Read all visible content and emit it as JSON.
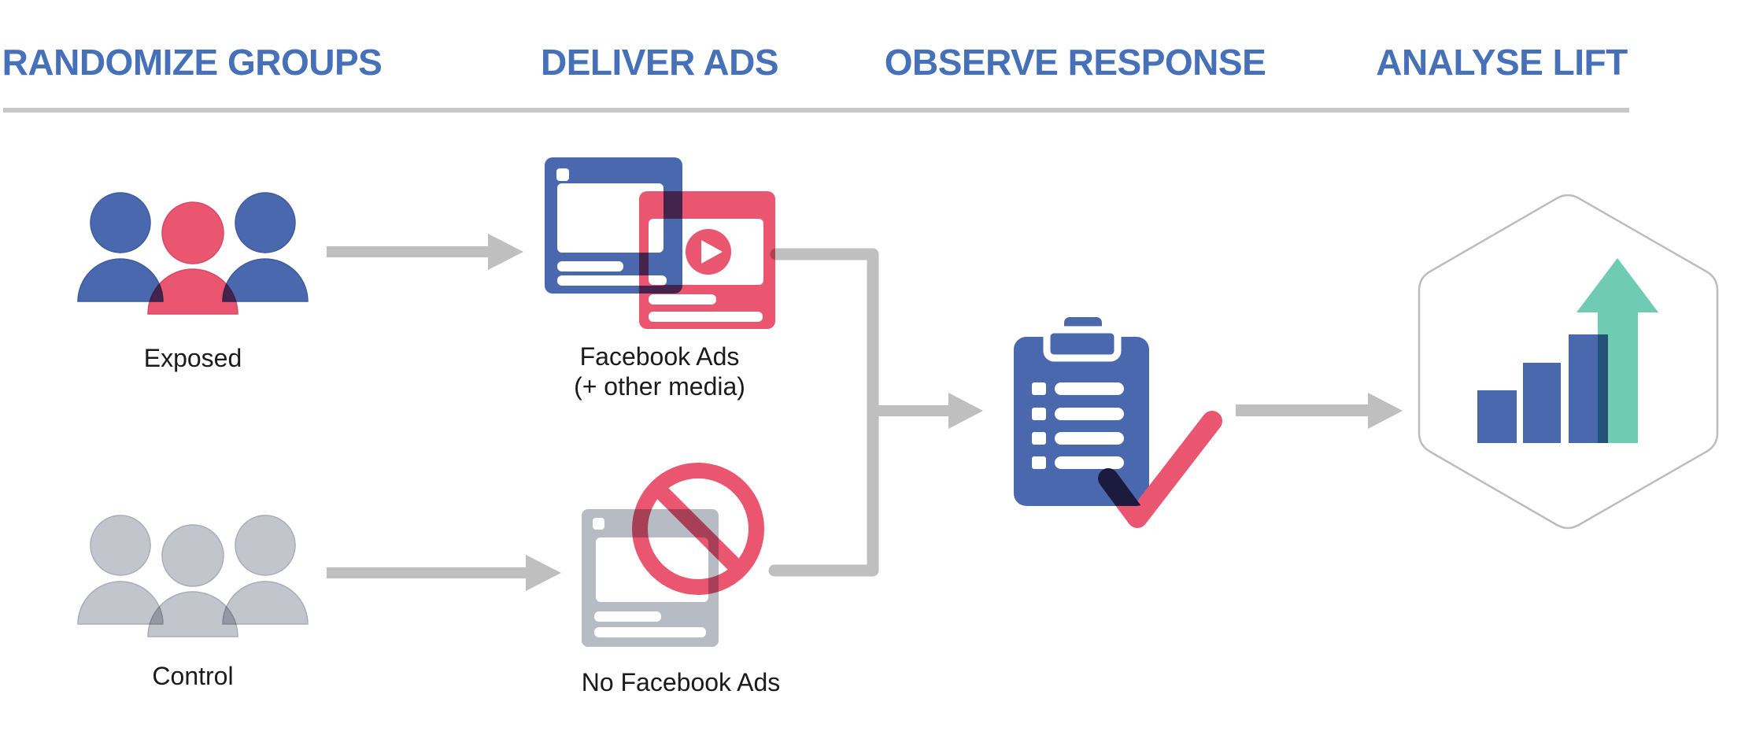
{
  "stages": [
    {
      "label": "RANDOMIZE GROUPS"
    },
    {
      "label": "DELIVER ADS"
    },
    {
      "label": "OBSERVE RESPONSE"
    },
    {
      "label": "ANALYSE LIFT"
    }
  ],
  "nodes": {
    "exposed": {
      "label": "Exposed"
    },
    "facebook_ads": {
      "label_line1": "Facebook Ads",
      "label_line2": "(+ other media)"
    },
    "control": {
      "label": "Control"
    },
    "no_facebook_ads": {
      "label": "No Facebook Ads"
    }
  },
  "icons": {
    "exposed": "people-group-icon",
    "facebook_ads": "ad-windows-video-icon",
    "control": "people-group-icon",
    "no_facebook_ads": "ad-window-prohibited-icon",
    "observe": "clipboard-checklist-icon",
    "analyse": "bar-chart-lift-arrow-hexagon-icon"
  },
  "colors": {
    "header_text": "#4670B8",
    "facebook_blue": "#4A68AE",
    "rose_red": "#EA5570",
    "neutral_gray": "#C2C5CC",
    "window_gray": "#B6BBC4",
    "arrow_gray": "#BFBFBF",
    "divider_gray": "#C7C7C7",
    "teal_green": "#6FCBB1",
    "check_navy": "#1A1B3E",
    "label_text": "#1B1B1B",
    "hexagon_outline": "#BDBDBD",
    "blue_edge": "#3E5C9F",
    "rose_edge": "#D64A66",
    "gray_edge": "#A7ADB8"
  }
}
